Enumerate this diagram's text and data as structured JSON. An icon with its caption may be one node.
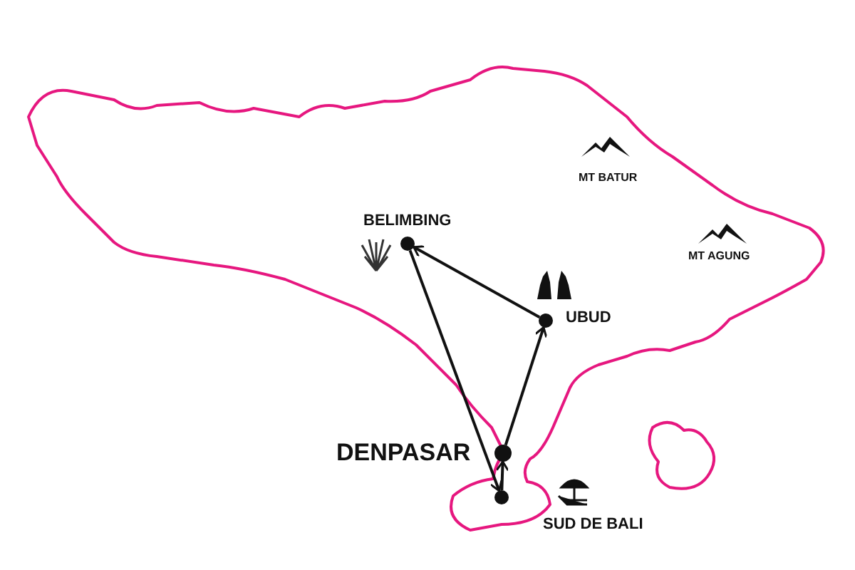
{
  "diagram": {
    "nodes": [
      {
        "text": [],
        "shape": "circle",
        "beside": [
          "BELIMBING"
        ]
      },
      {
        "text": [],
        "shape": "circle",
        "beside": [
          "UBUD"
        ]
      },
      {
        "text": [],
        "shape": "circle",
        "beside": [
          "DENPASAR"
        ]
      },
      {
        "text": [],
        "shape": "circle",
        "beside": [
          "SUD DE BALI"
        ]
      }
    ],
    "edges": [
      {
        "from": 3,
        "to": 2,
        "arrow": "to"
      },
      {
        "from": 2,
        "to": 1,
        "arrow": "to"
      },
      {
        "from": 1,
        "to": 0,
        "arrow": "to"
      },
      {
        "from": 0,
        "to": 3,
        "arrow": "to"
      }
    ],
    "labels": [
      "MT BATUR",
      "MT AGUNG"
    ]
  }
}
